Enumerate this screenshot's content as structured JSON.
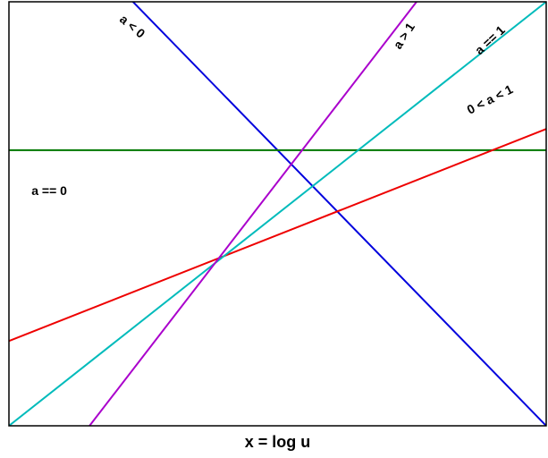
{
  "chart_data": {
    "type": "line",
    "title": "",
    "xlabel": "x = log u",
    "ylabel": "",
    "xlim": [
      -1,
      1
    ],
    "ylim": [
      -1,
      1
    ],
    "grid": false,
    "legend": "none",
    "series": [
      {
        "name": "a < 0",
        "color": "#0000dd",
        "x": [
          -1,
          1
        ],
        "y": [
          1.6,
          -1
        ]
      },
      {
        "name": "a == 0",
        "color": "#007700",
        "x": [
          -1,
          1
        ],
        "y": [
          0.3,
          0.3
        ]
      },
      {
        "name": "0 < a < 1",
        "color": "#ee0000",
        "x": [
          -1,
          1
        ],
        "y": [
          -0.6,
          0.4
        ]
      },
      {
        "name": "a == 1",
        "color": "#00bbbb",
        "x": [
          -1,
          1
        ],
        "y": [
          -1,
          1
        ]
      },
      {
        "name": "a > 1",
        "color": "#aa00cc",
        "x": [
          -0.7,
          0.7
        ],
        "y": [
          -1,
          1.3
        ]
      }
    ],
    "annotations": [
      {
        "text": "a < 0",
        "series": 0,
        "x": -0.54,
        "y": 0.885,
        "angle": 40
      },
      {
        "text": "a == 0",
        "series": 1,
        "x": -0.85,
        "y": 0.11,
        "angle": 0
      },
      {
        "text": "0 < a < 1",
        "series": 2,
        "x": 0.79,
        "y": 0.54,
        "angle": -27
      },
      {
        "text": "a == 1",
        "series": 3,
        "x": 0.79,
        "y": 0.82,
        "angle": -43
      },
      {
        "text": "a > 1",
        "series": 4,
        "x": 0.47,
        "y": 0.84,
        "angle": -57
      }
    ]
  }
}
